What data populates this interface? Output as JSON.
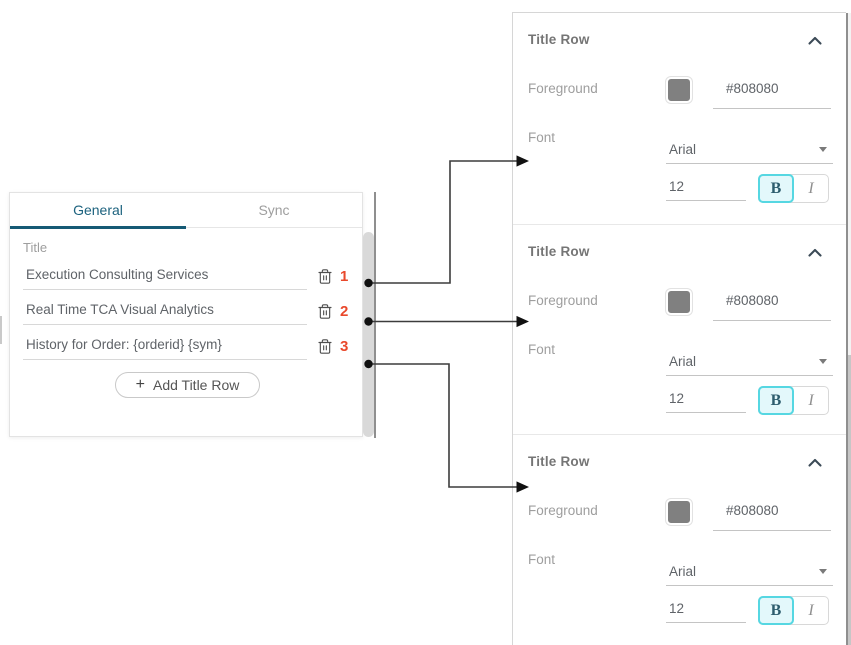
{
  "left_panel": {
    "tabs": [
      {
        "label": "General",
        "active": true
      },
      {
        "label": "Sync",
        "active": false
      }
    ],
    "title_label": "Title",
    "rows": [
      {
        "value": "Execution Consulting Services",
        "badge": "1"
      },
      {
        "value": "Real Time TCA Visual Analytics",
        "badge": "2"
      },
      {
        "value": "History for Order: {orderid} {sym}",
        "badge": "3"
      }
    ],
    "add_button": {
      "plus": "+",
      "label": "Add Title Row"
    }
  },
  "inspector": {
    "sections": [
      {
        "title": "Title Row",
        "foreground_label": "Foreground",
        "foreground_hex": "#808080",
        "swatch_color": "#808080",
        "font_label": "Font",
        "font_family": "Arial",
        "font_size": "12",
        "bold_label": "B",
        "italic_label": "I",
        "bold_active": true,
        "italic_active": false
      },
      {
        "title": "Title Row",
        "foreground_label": "Foreground",
        "foreground_hex": "#808080",
        "swatch_color": "#808080",
        "font_label": "Font",
        "font_family": "Arial",
        "font_size": "12",
        "bold_label": "B",
        "italic_label": "I",
        "bold_active": true,
        "italic_active": false
      },
      {
        "title": "Title Row",
        "foreground_label": "Foreground",
        "foreground_hex": "#808080",
        "swatch_color": "#808080",
        "font_label": "Font",
        "font_family": "Arial",
        "font_size": "12",
        "bold_label": "B",
        "italic_label": "I",
        "bold_active": true,
        "italic_active": false
      }
    ]
  },
  "colors": {
    "accent_teal": "#155a75",
    "badge_red": "#e9492c",
    "swatch_gray": "#808080",
    "bold_active_border": "#56d7e2",
    "bold_active_bg": "#e3f8fb"
  }
}
